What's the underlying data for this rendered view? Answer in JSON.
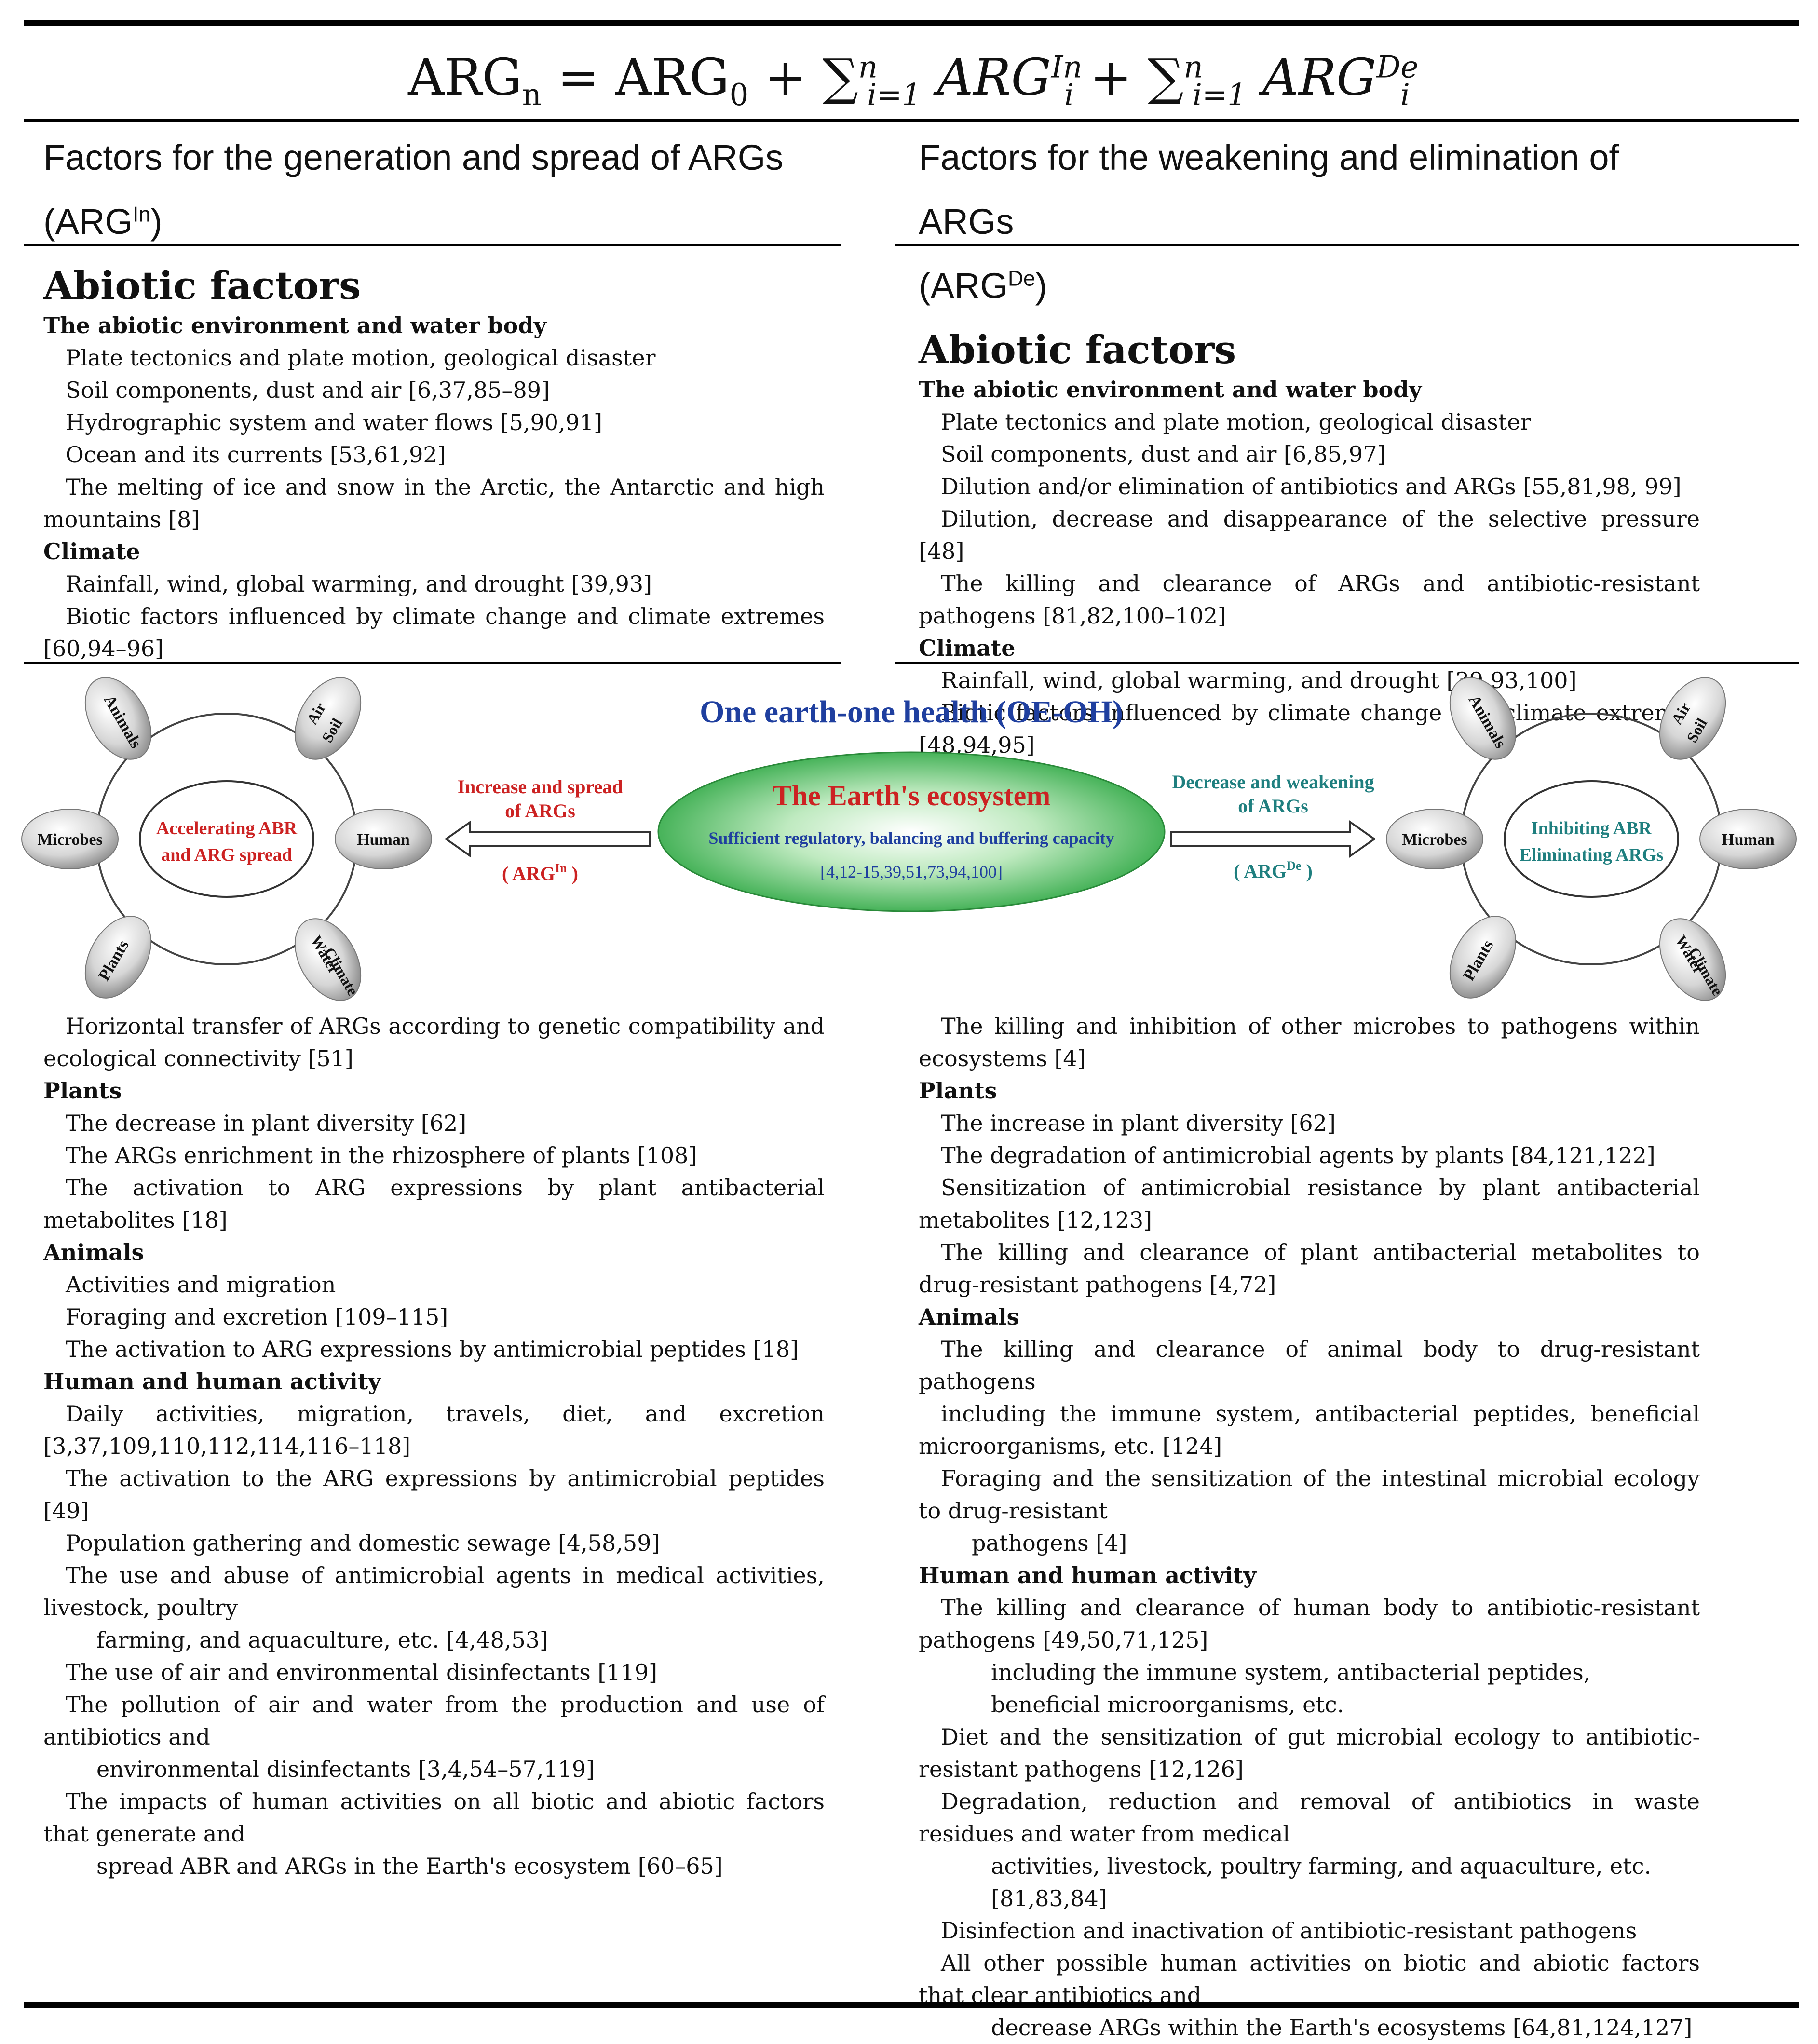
{
  "formula": {
    "arg": "ARG",
    "sub_n": "n",
    "sub_0": "0",
    "eq": " = ",
    "plus": " + ",
    "sum": "∑",
    "lower": "i=1",
    "upper": "n",
    "in_sup": "In",
    "de_sup": "De",
    "term": "ARG",
    "idx": "i"
  },
  "left": {
    "header_line1": "Factors for the generation and spread of ARGs",
    "header_line2_pre": "(ARG",
    "header_sup": "In",
    "header_line2_post": ")",
    "abiotic_title": "Abiotic factors",
    "sections": [
      {
        "title": "The abiotic environment and water body",
        "items": [
          "Plate tectonics and plate motion, geological disaster",
          "Soil components, dust and air [6,37,85–89]",
          "Hydrographic system and water flows [5,90,91]",
          "Ocean and its currents [53,61,92]",
          "The melting of ice and snow in the Arctic, the Antarctic and high mountains [8]"
        ]
      },
      {
        "title": "Climate",
        "items": [
          "Rainfall, wind, global warming, and drought [39,93]",
          "Biotic factors influenced by climate change and climate extremes [60,94–96]"
        ]
      }
    ],
    "lower_items": [
      {
        "type": "item",
        "text": "Horizontal transfer of ARGs according to genetic compatibility and ecological connectivity [51]"
      },
      {
        "type": "head",
        "text": "Plants"
      },
      {
        "type": "item",
        "text": "The decrease in plant diversity [62]"
      },
      {
        "type": "item",
        "text": "The ARGs enrichment in the rhizosphere of plants [108]"
      },
      {
        "type": "item",
        "text": "The activation to ARG expressions by plant antibacterial metabolites [18]"
      },
      {
        "type": "head",
        "text": "Animals"
      },
      {
        "type": "item",
        "text": "Activities and migration"
      },
      {
        "type": "item",
        "text": "Foraging and excretion [109–115]"
      },
      {
        "type": "item",
        "text": "The activation to ARG expressions by antimicrobial peptides [18]"
      },
      {
        "type": "head",
        "text": "Human and human activity"
      },
      {
        "type": "item",
        "text": "Daily activities, migration, travels, diet, and excretion [3,37,109,110,112,114,116–118]"
      },
      {
        "type": "item",
        "text": "The activation to the ARG expressions by antimicrobial peptides [49]"
      },
      {
        "type": "item",
        "text": "Population gathering and domestic sewage [4,58,59]"
      },
      {
        "type": "item",
        "text": "The use and abuse of antimicrobial agents in medical activities, livestock, poultry"
      },
      {
        "type": "cont",
        "text": "farming, and aquaculture, etc. [4,48,53]"
      },
      {
        "type": "item",
        "text": "The use of air and environmental disinfectants [119]"
      },
      {
        "type": "item",
        "text": "The pollution of air and water from the production and use of antibiotics and"
      },
      {
        "type": "cont",
        "text": "environmental disinfectants [3,4,54–57,119]"
      },
      {
        "type": "item",
        "text": "The impacts of human activities on all biotic and abiotic factors that generate and"
      },
      {
        "type": "cont",
        "text": "spread ABR and ARGs in the Earth's ecosystem [60–65]"
      }
    ]
  },
  "right": {
    "header_line1": "Factors for the weakening and elimination of ARGs",
    "header_line2_pre": "(ARG",
    "header_sup": "De",
    "header_line2_post": ")",
    "abiotic_title": "Abiotic factors",
    "sections": [
      {
        "title": "The abiotic environment and water body",
        "items": [
          "Plate tectonics and plate motion, geological disaster",
          "Soil components, dust and air [6,85,97]",
          "Dilution and/or elimination of antibiotics and ARGs [55,81,98, 99]",
          "Dilution, decrease and disappearance of the selective pressure [48]",
          "The killing and clearance of ARGs and antibiotic-resistant pathogens [81,82,100–102]"
        ]
      },
      {
        "title": "Climate",
        "items": [
          "Rainfall, wind, global warming, and drought [39,93,100]",
          "Biotic factors influenced by climate change and climate extremes [48,94,95]"
        ]
      }
    ],
    "lower_items": [
      {
        "type": "item",
        "text": "The killing and inhibition of other microbes to pathogens within ecosystems [4]"
      },
      {
        "type": "head",
        "text": "Plants"
      },
      {
        "type": "item",
        "text": "The increase in plant diversity [62]"
      },
      {
        "type": "item",
        "text": "The degradation of antimicrobial agents by plants [84,121,122]"
      },
      {
        "type": "item",
        "text": "Sensitization of antimicrobial resistance by plant antibacterial metabolites [12,123]"
      },
      {
        "type": "item",
        "text": "The killing and clearance of plant antibacterial metabolites to drug-resistant pathogens [4,72]"
      },
      {
        "type": "head",
        "text": "Animals"
      },
      {
        "type": "item",
        "text": "The killing and clearance of animal body to drug-resistant pathogens"
      },
      {
        "type": "item",
        "text": "including the immune system, antibacterial peptides, beneficial microorganisms, etc. [124]"
      },
      {
        "type": "item",
        "text": "Foraging and the sensitization of the intestinal microbial ecology to drug-resistant"
      },
      {
        "type": "cont",
        "text": "pathogens [4]"
      },
      {
        "type": "head",
        "text": "Human and human activity"
      },
      {
        "type": "item",
        "text": "The killing and clearance of human body to antibiotic-resistant pathogens [49,50,71,125]"
      },
      {
        "type": "cont2",
        "text": "including the immune system, antibacterial peptides, beneficial microorganisms, etc."
      },
      {
        "type": "item",
        "text": "Diet and the sensitization of gut microbial ecology to antibiotic-resistant pathogens [12,126]"
      },
      {
        "type": "item",
        "text": "Degradation, reduction and removal of antibiotics in waste residues and water from medical"
      },
      {
        "type": "cont2",
        "text": "activities, livestock, poultry farming, and aquaculture, etc. [81,83,84]"
      },
      {
        "type": "item",
        "text": "Disinfection and inactivation of antibiotic-resistant pathogens"
      },
      {
        "type": "item",
        "text": "All other possible human activities on biotic and abiotic factors that clear antibiotics and"
      },
      {
        "type": "cont2",
        "text": "decrease ARGs within the Earth's ecosystems [64,81,124,127]"
      }
    ]
  },
  "figure": {
    "title": "One earth-one health (OE-OH)",
    "center_title": "The Earth's ecosystem",
    "center_sub": "Sufficient regulatory, balancing and buffering capacity",
    "center_refs": "[4,12-15,39,51,73,94,100]",
    "left_arrow_label1": "Increase and spread",
    "left_arrow_label2": "of ARGs",
    "left_arrow_tag_pre": "( ARG",
    "left_arrow_tag_sup": "In",
    "left_arrow_tag_post": " )",
    "right_arrow_label1": "Decrease and weakening",
    "right_arrow_label2": "of ARGs",
    "right_arrow_tag_pre": "( ARG",
    "right_arrow_tag_sup": "De",
    "right_arrow_tag_post": " )",
    "left_inner1": "Accelerating ABR",
    "left_inner2": "and ARG spread",
    "right_inner1": "Inhibiting ABR",
    "right_inner2": "Eliminating ARGs",
    "node_animals": "Animals",
    "node_air": "Air",
    "node_soil": "Soil",
    "node_microbes": "Microbes",
    "node_human": "Human",
    "node_plants": "Plants",
    "node_water": "Water",
    "node_climate": "Climate",
    "colors": {
      "red": "#cc2222",
      "blue": "#1f3f9f",
      "teal": "#1f7f7f",
      "green": "#2db24a"
    }
  }
}
